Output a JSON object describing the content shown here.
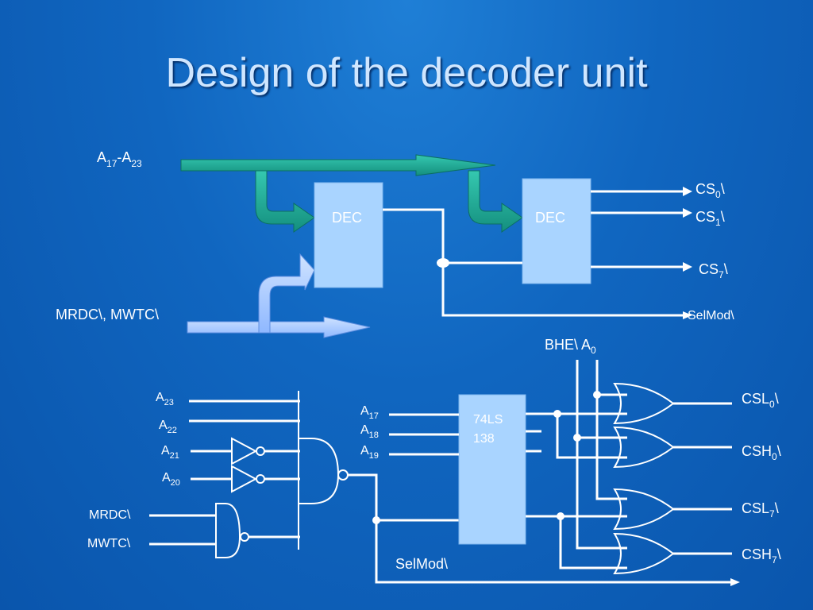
{
  "title": "Design of the decoder unit",
  "top": {
    "addr_in": {
      "base": "A",
      "sub1": "17",
      "sep": "-A",
      "sub2": "23"
    },
    "ctrl_in": "MRDC\\, MWTC\\",
    "dec1": "DEC",
    "dec2": "DEC",
    "outputs": [
      {
        "base": "CS",
        "sub": "0",
        "suffix": "\\"
      },
      {
        "base": "CS",
        "sub": "1",
        "suffix": "\\"
      },
      {
        "base": "CS",
        "sub": "7",
        "suffix": "\\"
      }
    ],
    "selmod": "SelMod\\"
  },
  "bottom": {
    "bhe": {
      "text": "BHE\\ A",
      "sub": "0"
    },
    "addr_inputs": [
      {
        "base": "A",
        "sub": "23"
      },
      {
        "base": "A",
        "sub": "22"
      },
      {
        "base": "A",
        "sub": "21"
      },
      {
        "base": "A",
        "sub": "20"
      }
    ],
    "ctrl_inputs": [
      "MRDC\\",
      "MWTC\\"
    ],
    "chip_inputs": [
      {
        "base": "A",
        "sub": "17"
      },
      {
        "base": "A",
        "sub": "18"
      },
      {
        "base": "A",
        "sub": "19"
      }
    ],
    "chip_line1": "74LS",
    "chip_line2": "138",
    "outputs": [
      {
        "base": "CSL",
        "sub": "0",
        "suffix": "\\"
      },
      {
        "base": "CSH",
        "sub": "0",
        "suffix": "\\"
      },
      {
        "base": "CSL",
        "sub": "7",
        "suffix": "\\"
      },
      {
        "base": "CSH",
        "sub": "7",
        "suffix": "\\"
      }
    ],
    "selmod": "SelMod\\"
  }
}
